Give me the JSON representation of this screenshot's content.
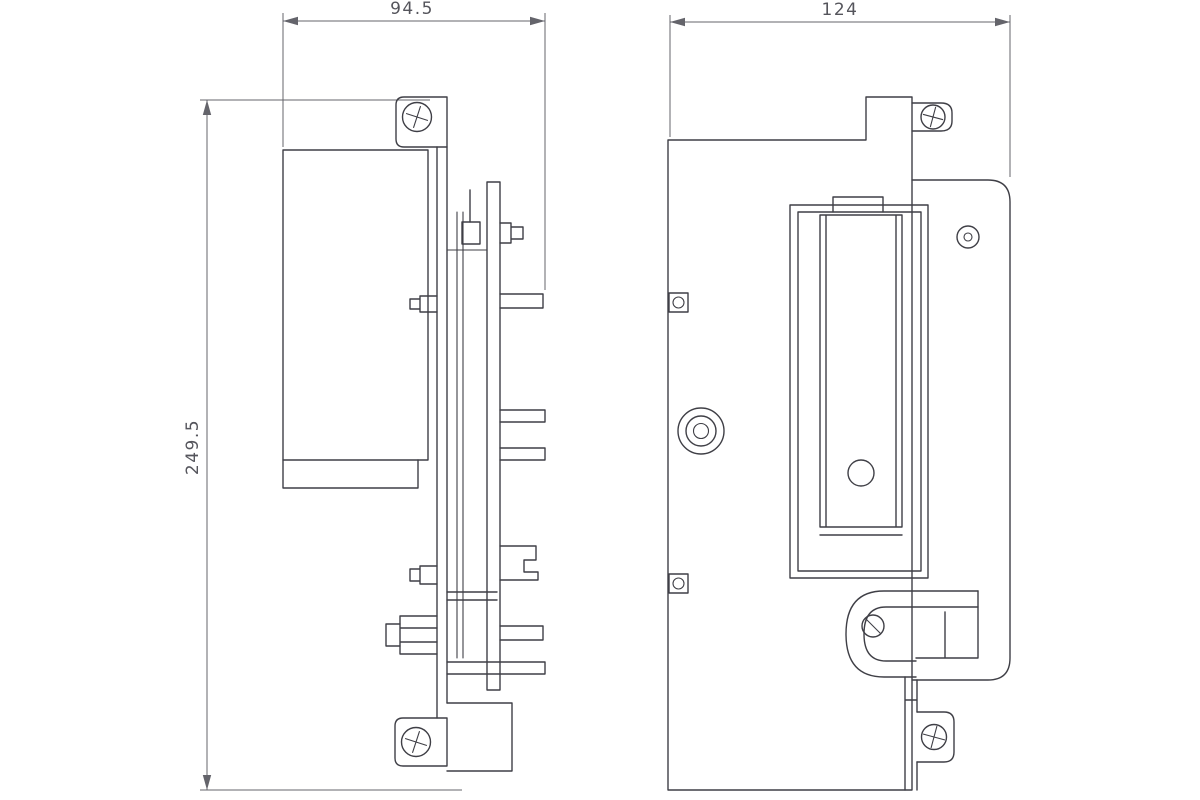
{
  "drawing": {
    "dimensions": {
      "side_width": "94.5",
      "side_height": "249.5",
      "front_width": "124"
    },
    "colors": {
      "background": "#ffffff",
      "part_line": "#3f3f46",
      "dimension_line": "#64646b",
      "dimension_text": "#55555c"
    }
  }
}
